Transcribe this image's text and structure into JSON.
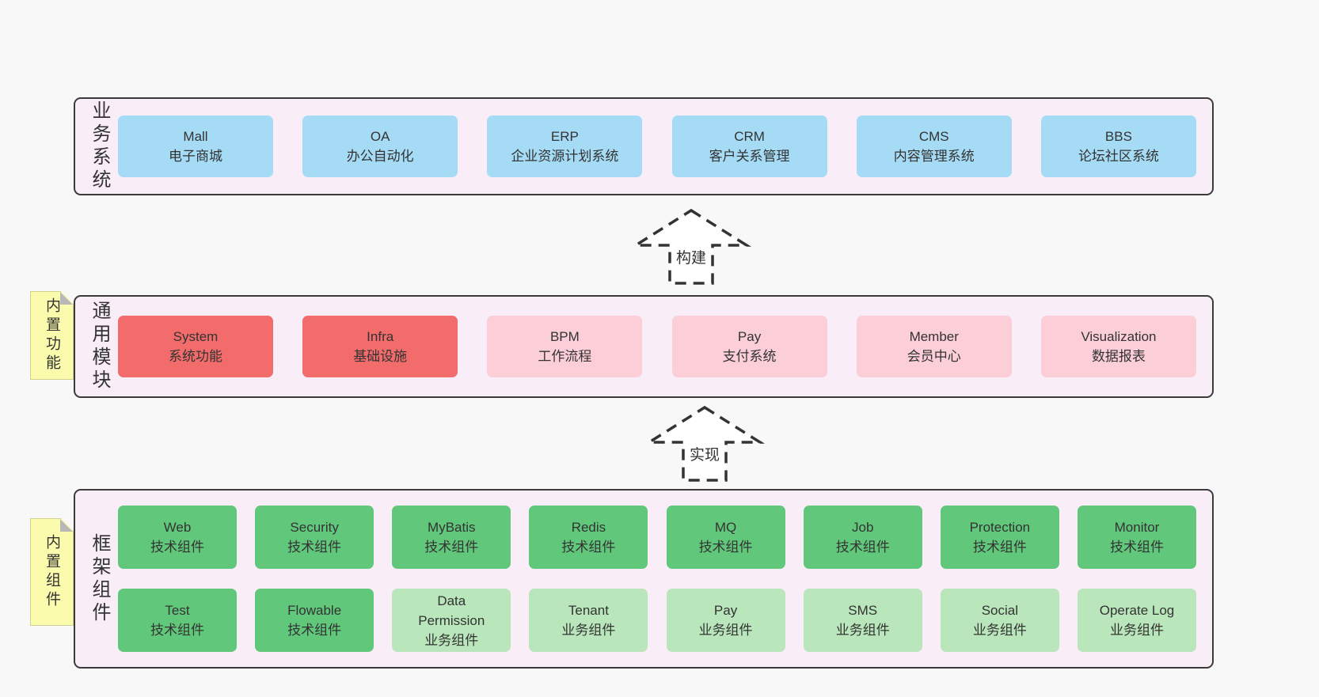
{
  "colors": {
    "page_bg": "#f8f8f8",
    "panel_bg": "#f9eef8",
    "panel_border": "#3b3b3b",
    "text": "#333333",
    "blue": "#a6dbf5",
    "red": "#f26c6c",
    "pink": "#fbced8",
    "green": "#61c87b",
    "lightgreen": "#b9e6ba",
    "note_yellow": "#fbfbad",
    "fold_gray": "#b8b8b8"
  },
  "business": {
    "label": "业务系统",
    "boxes": [
      {
        "name": "Mall",
        "desc": "电子商城"
      },
      {
        "name": "OA",
        "desc": "办公自动化"
      },
      {
        "name": "ERP",
        "desc": "企业资源计划系统"
      },
      {
        "name": "CRM",
        "desc": "客户关系管理"
      },
      {
        "name": "CMS",
        "desc": "内容管理系统"
      },
      {
        "name": "BBS",
        "desc": "论坛社区系统"
      }
    ]
  },
  "build_arrow": {
    "label": "构建"
  },
  "modules": {
    "note": "内置功能",
    "label": "通用模块",
    "boxes": [
      {
        "name": "System",
        "desc": "系统功能"
      },
      {
        "name": "Infra",
        "desc": "基础设施"
      },
      {
        "name": "BPM",
        "desc": "工作流程"
      },
      {
        "name": "Pay",
        "desc": "支付系统"
      },
      {
        "name": "Member",
        "desc": "会员中心"
      },
      {
        "name": "Visualization",
        "desc": "数据报表"
      }
    ]
  },
  "implement_arrow": {
    "label": "实现"
  },
  "framework": {
    "note": "内置组件",
    "label": "框架组件",
    "row1": [
      {
        "name": "Web",
        "desc": "技术组件"
      },
      {
        "name": "Security",
        "desc": "技术组件"
      },
      {
        "name": "MyBatis",
        "desc": "技术组件"
      },
      {
        "name": "Redis",
        "desc": "技术组件"
      },
      {
        "name": "MQ",
        "desc": "技术组件"
      },
      {
        "name": "Job",
        "desc": "技术组件"
      },
      {
        "name": "Protection",
        "desc": "技术组件"
      },
      {
        "name": "Monitor",
        "desc": "技术组件"
      }
    ],
    "row2": [
      {
        "name": "Test",
        "desc": "技术组件"
      },
      {
        "name": "Flowable",
        "desc": "技术组件"
      },
      {
        "name": "Data\nPermission",
        "desc": "业务组件"
      },
      {
        "name": "Tenant",
        "desc": "业务组件"
      },
      {
        "name": "Pay",
        "desc": "业务组件"
      },
      {
        "name": "SMS",
        "desc": "业务组件"
      },
      {
        "name": "Social",
        "desc": "业务组件"
      },
      {
        "name": "Operate Log",
        "desc": "业务组件"
      }
    ]
  }
}
